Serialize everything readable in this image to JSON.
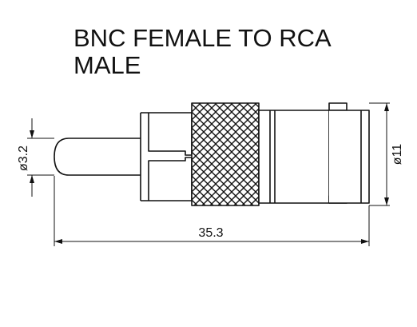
{
  "title": {
    "line1": "BNC FEMALE TO RCA",
    "line2": "MALE"
  },
  "dimensions": {
    "pin_diameter": "ø3.2",
    "body_diameter": "ø11",
    "overall_length": "35.3"
  },
  "colors": {
    "line": "#111111",
    "background": "#ffffff"
  }
}
